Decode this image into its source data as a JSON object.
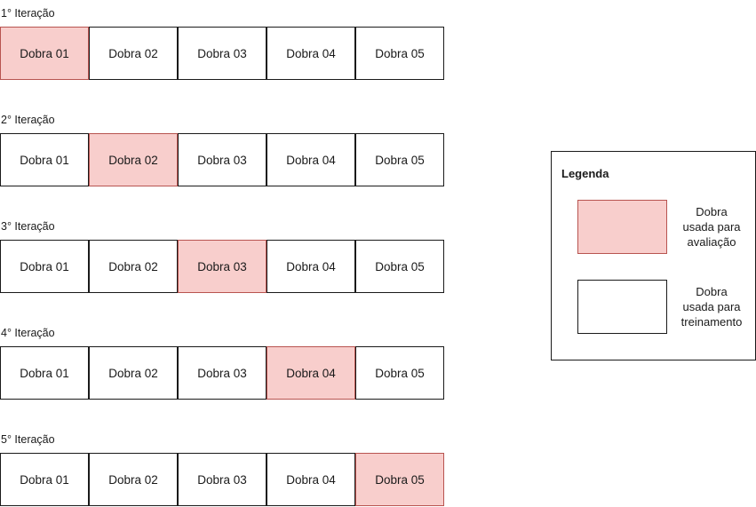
{
  "colors": {
    "evaluation_fill": "#f8cecc",
    "evaluation_border": "#b85450",
    "training_fill": "#ffffff",
    "border": "#1a1a1a"
  },
  "iterations": [
    {
      "label": "1° Iteração",
      "evaluation_fold": 0,
      "folds": [
        "Dobra 01",
        "Dobra 02",
        "Dobra 03",
        "Dobra 04",
        "Dobra 05"
      ]
    },
    {
      "label": "2° Iteração",
      "evaluation_fold": 1,
      "folds": [
        "Dobra 01",
        "Dobra 02",
        "Dobra 03",
        "Dobra 04",
        "Dobra 05"
      ]
    },
    {
      "label": "3° Iteração",
      "evaluation_fold": 2,
      "folds": [
        "Dobra 01",
        "Dobra 02",
        "Dobra 03",
        "Dobra 04",
        "Dobra 05"
      ]
    },
    {
      "label": "4° Iteração",
      "evaluation_fold": 3,
      "folds": [
        "Dobra 01",
        "Dobra 02",
        "Dobra 03",
        "Dobra 04",
        "Dobra 05"
      ]
    },
    {
      "label": "5° Iteração",
      "evaluation_fold": 4,
      "folds": [
        "Dobra 01",
        "Dobra 02",
        "Dobra 03",
        "Dobra 04",
        "Dobra 05"
      ]
    }
  ],
  "legend": {
    "title": "Legenda",
    "evaluation_text": [
      "Dobra",
      "usada para",
      "avaliação"
    ],
    "training_text": [
      "Dobra",
      "usada para",
      "treinamento"
    ]
  }
}
